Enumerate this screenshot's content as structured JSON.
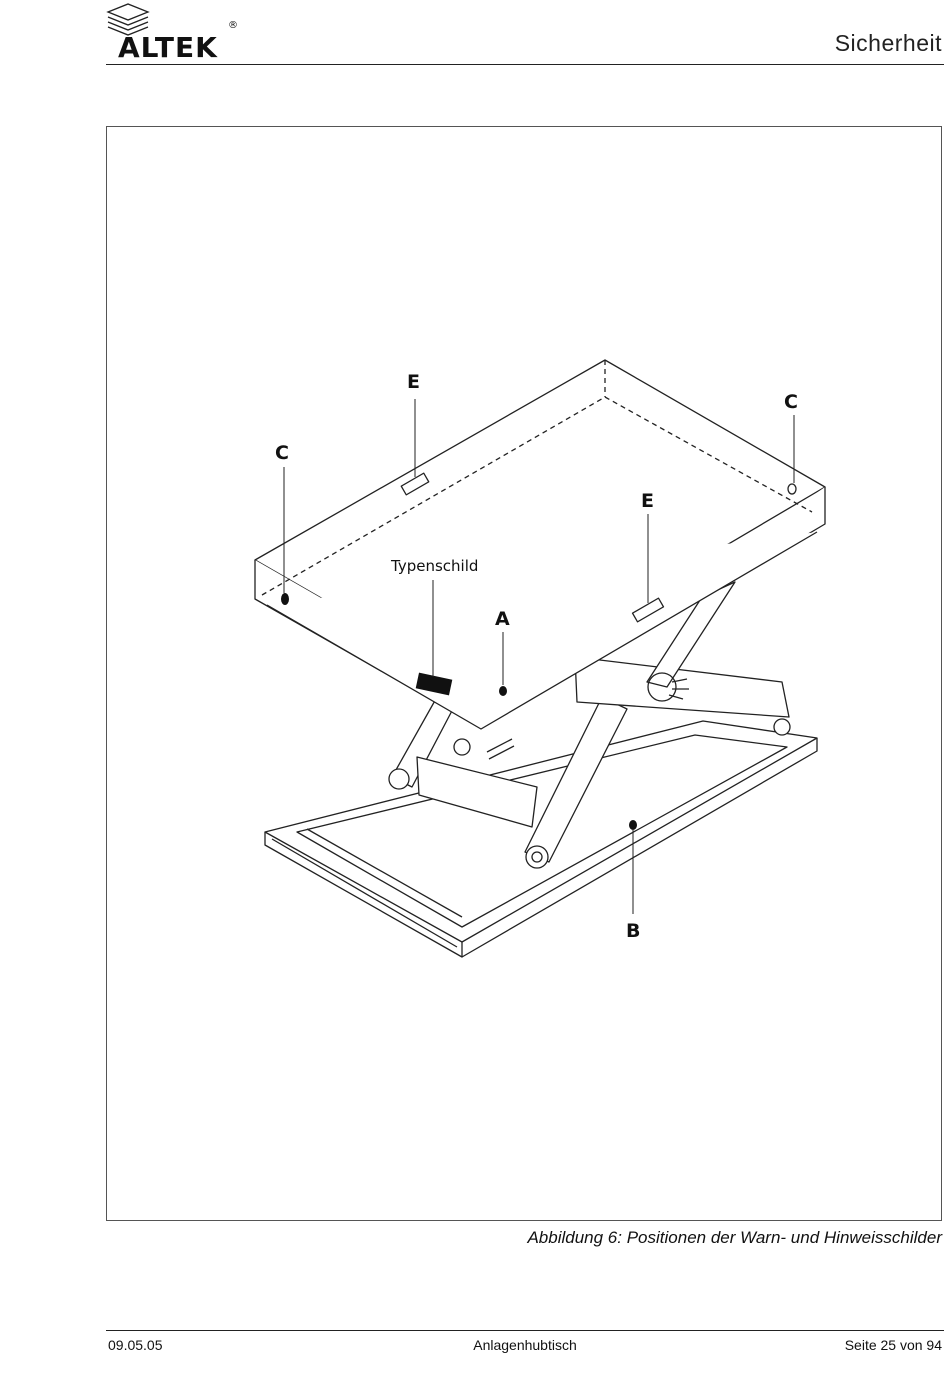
{
  "header": {
    "brand": "ALTEK",
    "registered_mark": "®",
    "section_title": "Sicherheit"
  },
  "figure": {
    "labels": {
      "e_top": "E",
      "c_left": "C",
      "c_right": "C",
      "e_right": "E",
      "typenschild": "Typenschild",
      "a": "A",
      "b": "B"
    },
    "caption": "Abbildung 6: Positionen der Warn- und Hinweisschilder"
  },
  "footer": {
    "date": "09.05.05",
    "product": "Anlagenhubtisch",
    "page": "Seite 25 von 94"
  }
}
